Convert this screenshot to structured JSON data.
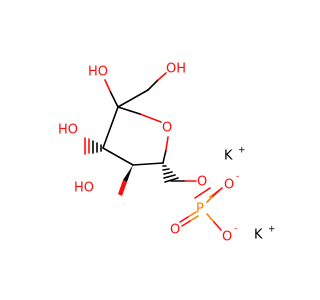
{
  "colors": {
    "carbon": "#000000",
    "oxygen": "#ff0d0d",
    "phosphorus": "#ff8000",
    "potassium": "#000000"
  },
  "labels": {
    "oh_anomeric": "HO",
    "oh_hydroxymethyl": "OH",
    "oh_c3": "HO",
    "oh_c4": "HO",
    "ring_oxygen": "O",
    "ester_oxygen": "O",
    "phosphorus": "P",
    "phosphate_o_upper": "O",
    "phosphate_o_upper_charge": "-",
    "phosphate_o_lower": "O",
    "phosphate_o_lower_charge": "-",
    "phosphate_o_double": "O",
    "potassium_1": "K",
    "potassium_1_charge": "+",
    "potassium_2": "K",
    "potassium_2_charge": "+"
  }
}
